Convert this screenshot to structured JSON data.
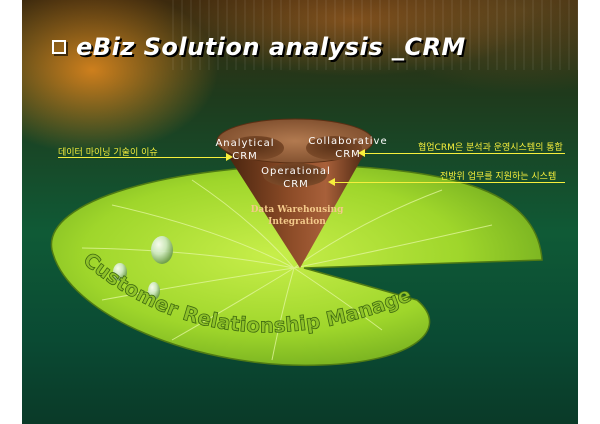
{
  "slide": {
    "title": "eBiz Solution analysis _CRM",
    "annotations": {
      "left": "데이터 마이닝 기술이 이슈",
      "right_top": "협업CRM은 분석과 운영시스템의 통합",
      "right_bottom": "전방위 업무를 지원하는 시스템"
    },
    "cone": {
      "analytical": [
        "Analytical",
        "CRM"
      ],
      "collaborative": [
        "Collaborative",
        "CRM"
      ],
      "operational": [
        "Operational",
        "CRM"
      ],
      "base_label": [
        "Data Warehousing",
        "Integration"
      ]
    },
    "leaf_text": "Customer Relationship Management"
  },
  "colors": {
    "annotation": "#f6ef3c",
    "leaf": "#9ed42a",
    "cone": "#7a4222"
  }
}
